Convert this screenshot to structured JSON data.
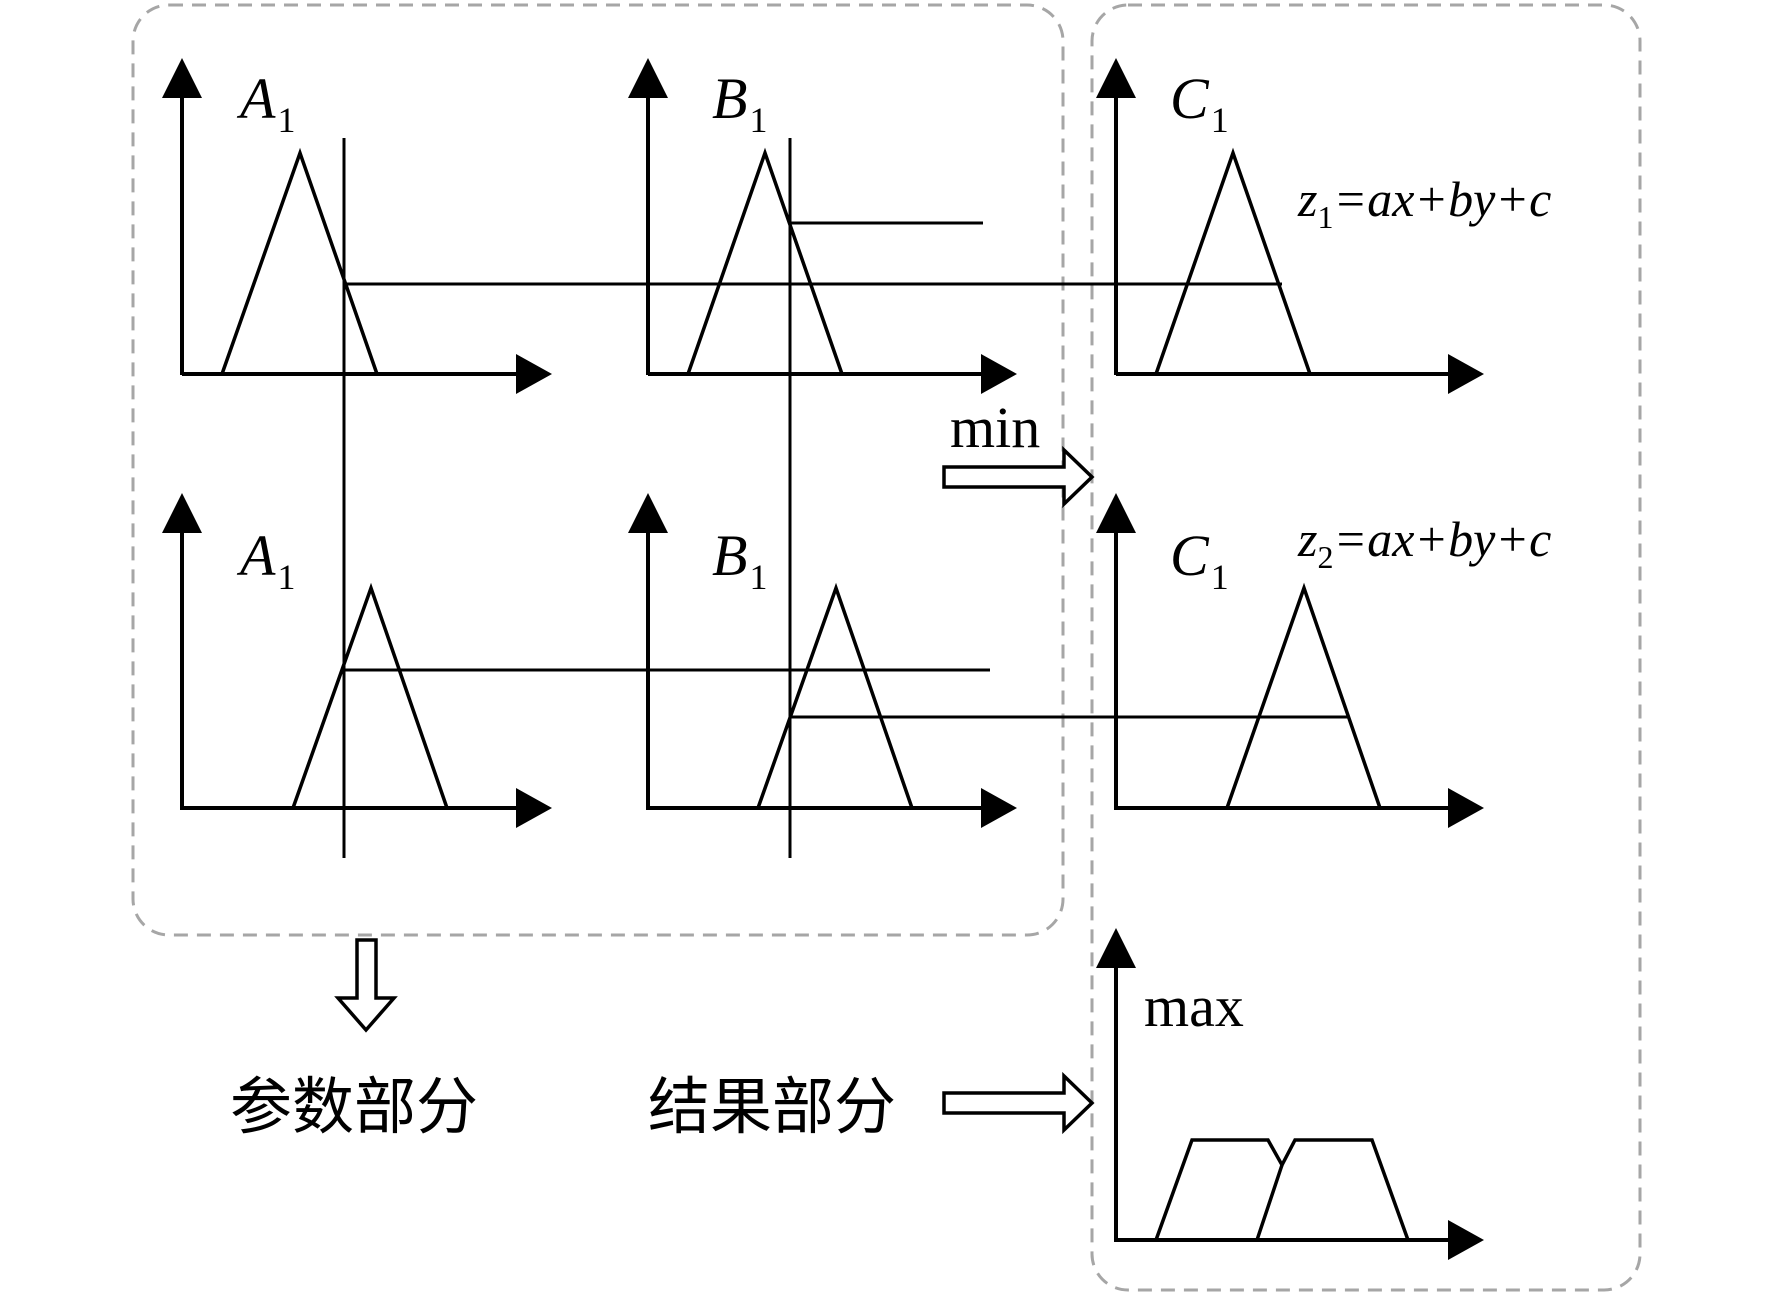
{
  "labels": {
    "a1_top": {
      "main": "A",
      "sub": "1"
    },
    "b1_top": {
      "main": "B",
      "sub": "1"
    },
    "c1_top": {
      "main": "C",
      "sub": "1"
    },
    "a1_bottom": {
      "main": "A",
      "sub": "1"
    },
    "b1_bottom": {
      "main": "B",
      "sub": "1"
    },
    "c1_bottom": {
      "main": "C",
      "sub": "1"
    }
  },
  "equations": {
    "z1": {
      "var": "z",
      "sub": "1",
      "rhs": "=ax+by+c"
    },
    "z2": {
      "var": "z",
      "sub": "2",
      "rhs": "=ax+by+c"
    }
  },
  "operators": {
    "min": "min",
    "max": "max"
  },
  "captions": {
    "parameter_part": "参数部分",
    "result_part": "结果部分"
  }
}
